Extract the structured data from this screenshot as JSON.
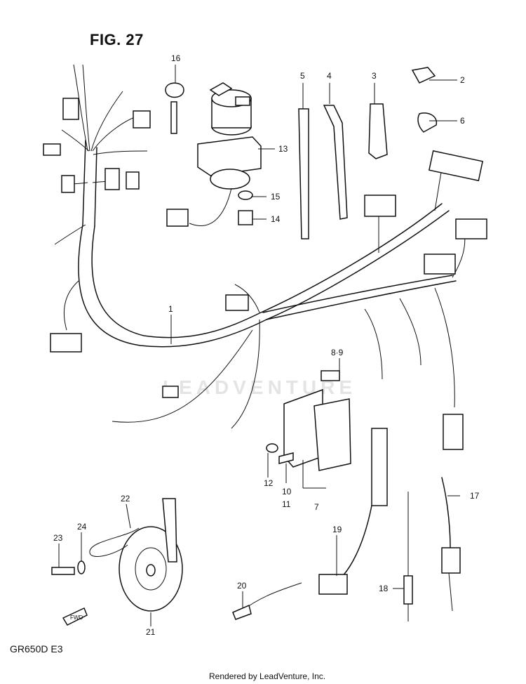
{
  "diagram": {
    "title": "FIG. 27",
    "model_code": "GR650D  E3",
    "watermark": "LEADVENTURE",
    "footer": "Rendered by LeadVenture, Inc.",
    "fwd_label": "FWD",
    "callouts": [
      "1",
      "2",
      "3",
      "4",
      "5",
      "6",
      "7",
      "8·9",
      "10",
      "11",
      "12",
      "13",
      "14",
      "15",
      "16",
      "17",
      "18",
      "19",
      "20",
      "21",
      "22",
      "23",
      "24"
    ]
  }
}
